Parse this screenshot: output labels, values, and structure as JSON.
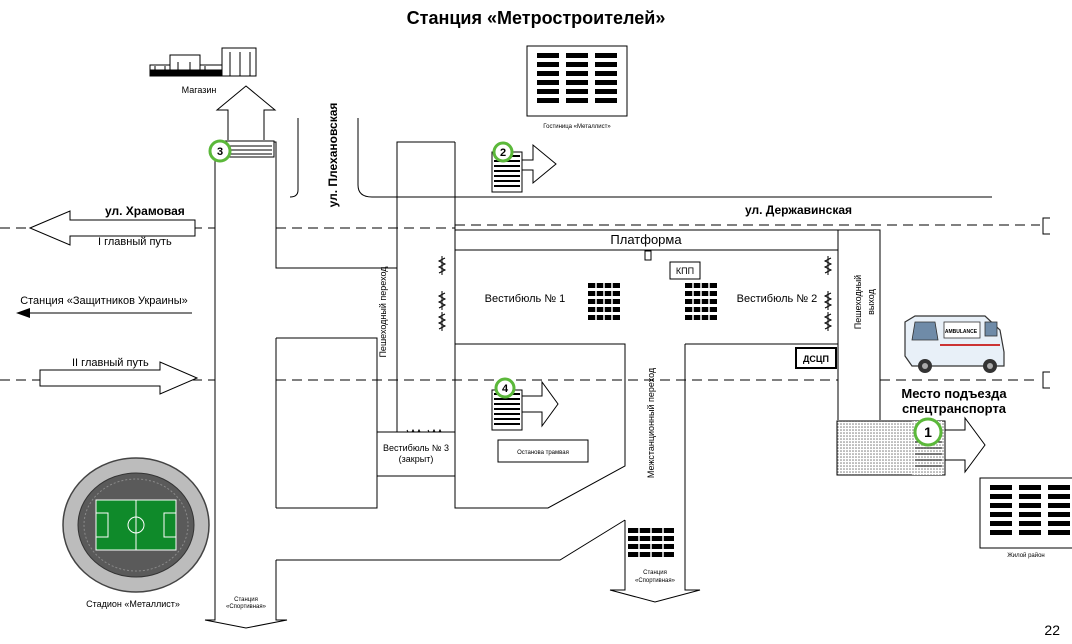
{
  "title": "Станция «Метростроителей»",
  "page_number": "22",
  "streets": {
    "khramovaya": "ул. Храмовая",
    "plekhanovskaya": "ул. Плехановская",
    "derzhavinskaya": "ул. Державинская"
  },
  "tracks": {
    "track1": "I главный путь",
    "track2": "II главный путь",
    "to_station": "Станция «Защитников Украины»"
  },
  "places": {
    "shop": "Магазин",
    "hotel": "Гостиница «Металлист»",
    "stadium": "Стадион «Металлист»",
    "residential": "Жилой район",
    "tram_stop": "Останова трамвая",
    "station_sport_line1": "Станция",
    "station_sport_line2": "«Спортивная»"
  },
  "station": {
    "platform": "Платформа",
    "vestibule1": "Вестибюль № 1",
    "vestibule2": "Вестибюль № 2",
    "vestibule3_line1": "Вестибюль № 3",
    "vestibule3_line2": "(закрыт)",
    "kpp": "КПП",
    "dscp": "ДСЦП",
    "ped_crossing": "Пешеходный переход",
    "ped_exit_line1": "Пешеходный",
    "ped_exit_line2": "выход",
    "interstation_crossing": "Межстанционный переход"
  },
  "special": {
    "line1": "Место подъезда",
    "line2": "спецтранспорта"
  },
  "exits": [
    "1",
    "2",
    "3",
    "4"
  ],
  "colors": {
    "exit_ring": "#5bb83a",
    "stadium_field": "#0f8a2a",
    "hatch": "#9a9a9a"
  }
}
